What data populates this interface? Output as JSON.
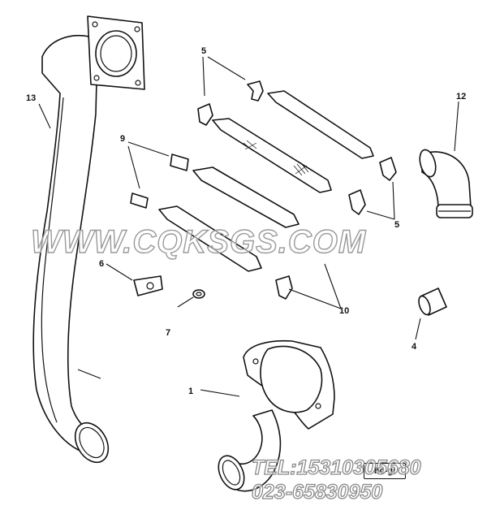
{
  "callouts": {
    "c1": "1",
    "c4": "4",
    "c5a": "5",
    "c5b": "5",
    "c6": "6",
    "c7": "7",
    "c9": "9",
    "c10": "10",
    "c12": "12",
    "c13": "13"
  },
  "watermark": {
    "site": "WWW.CQKSGS.COM",
    "tel": "TEL:15310305680",
    "phone": "023-65830950"
  },
  "badge": "hc-gi"
}
